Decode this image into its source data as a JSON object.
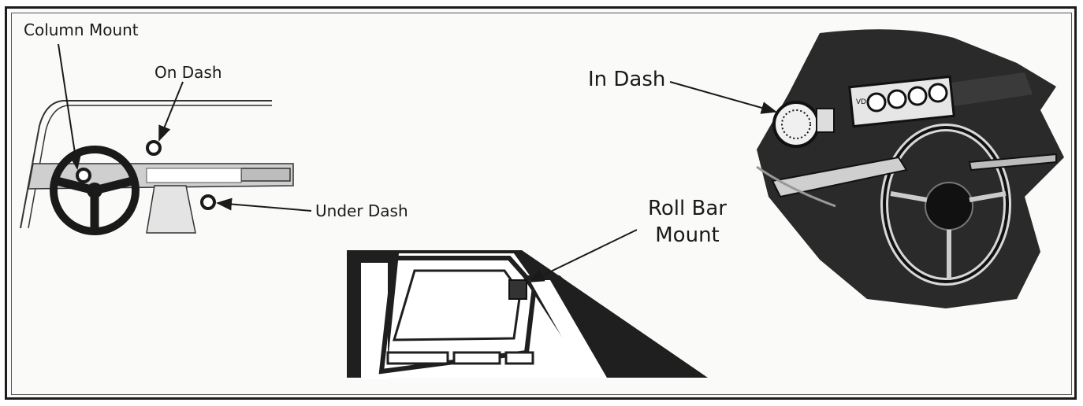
{
  "labels": {
    "column_mount": "Column Mount",
    "on_dash": "On Dash",
    "under_dash": "Under Dash",
    "in_dash": "In Dash",
    "roll_bar_mount_line1": "Roll Bar",
    "roll_bar_mount_line2": "Mount"
  },
  "panel_badge": "VDO"
}
